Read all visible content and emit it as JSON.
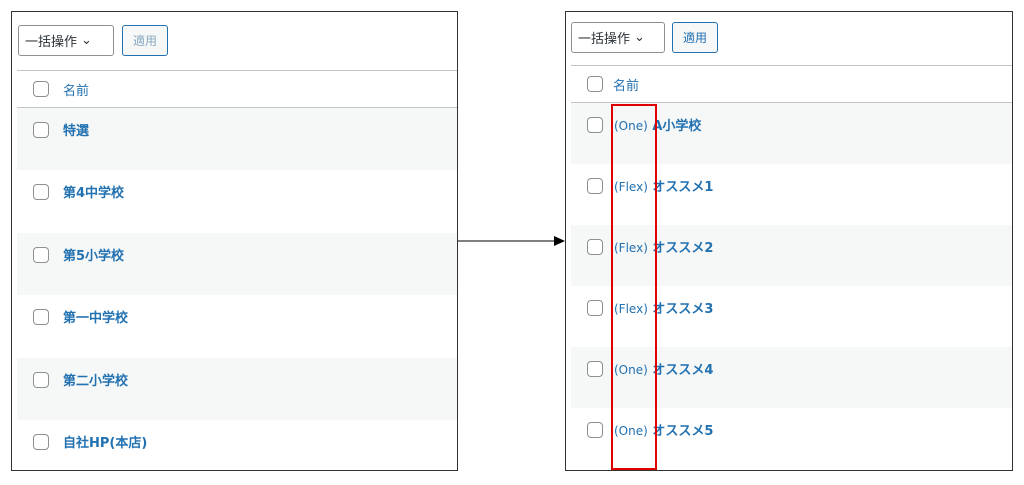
{
  "left_panel": {
    "bulk_action": "一括操作",
    "apply": "適用",
    "column_name": "名前",
    "rows": [
      "特選",
      "第4中学校",
      "第5小学校",
      "第一中学校",
      "第二小学校",
      "自社HP(本店)"
    ]
  },
  "right_panel": {
    "bulk_action": "一括操作",
    "apply": "適用",
    "column_name": "名前",
    "rows": [
      {
        "tag": "(One)",
        "name": "A小学校"
      },
      {
        "tag": "(Flex)",
        "name": "オススメ1"
      },
      {
        "tag": "(Flex)",
        "name": "オススメ2"
      },
      {
        "tag": "(Flex)",
        "name": "オススメ3"
      },
      {
        "tag": "(One)",
        "name": "オススメ4"
      },
      {
        "tag": "(One)",
        "name": "オススメ5"
      }
    ]
  },
  "colors": {
    "link": "#2271b1",
    "highlight": "#e00000"
  }
}
